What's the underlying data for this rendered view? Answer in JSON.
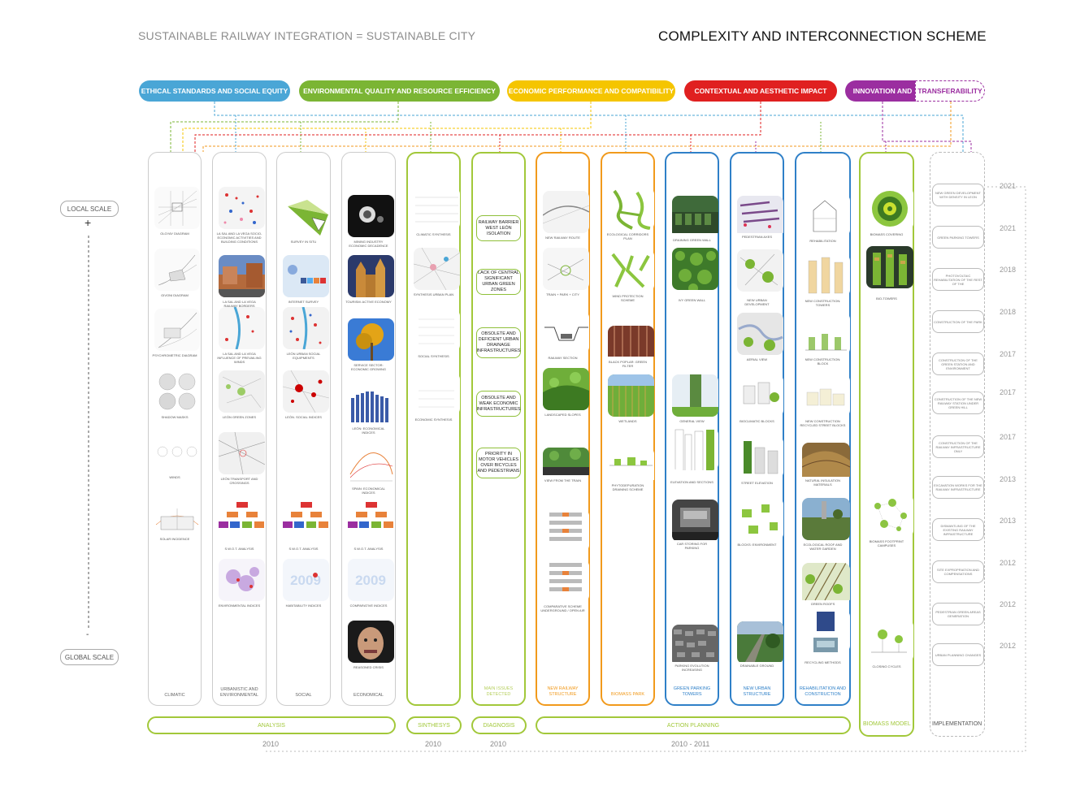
{
  "header": {
    "left_title": "SUSTAINABLE RAILWAY INTEGRATION = SUSTAINABLE CITY",
    "right_title": "COMPLEXITY AND INTERCONNECTION SCHEME"
  },
  "criteria": [
    {
      "label": "ETHICAL STANDARDS AND SOCIAL EQUITY",
      "color": "#4aa6d6"
    },
    {
      "label": "ENVIRONMENTAL QUALITY AND RESOURCE EFFICIENCY",
      "color": "#7bb534"
    },
    {
      "label": "ECONOMIC PERFORMANCE AND COMPATIBILITY",
      "color": "#f5c500"
    },
    {
      "label": "CONTEXTUAL AND AESTHETIC IMPACT",
      "color": "#e02020"
    },
    {
      "label": "INNOVATION AND",
      "color": "#9b2ea0"
    },
    {
      "label": "TRANSFERABILITY",
      "color": "#9b2ea0"
    }
  ],
  "scale": {
    "local": "LOCAL SCALE",
    "global": "GLOBAL SCALE",
    "plus": "+",
    "minus": "-"
  },
  "columns": [
    {
      "label": "CLIMATIC",
      "items": [
        "OLGYAY DIAGRAM",
        "GIVONI DIAGRAM",
        "PSYCHROMETRIC DIAGRAM",
        "SHADOW MASKS",
        "WINDS",
        "SOLAR INCIDENCE"
      ]
    },
    {
      "label": "URBANISTIC AND ENVIRONMENTAL",
      "items": [
        "LA SAL AND LA VEGA SOCIO-ECONOMIC ACTIVITIES AND BUILDING CONDITIONS",
        "LA SAL AND LA VEGA RAILWAY BORDERS",
        "LA SAL AND LA VEGA INFLUENCE OF PREVAILING WINDS",
        "LEÓN GREEN ZONES",
        "LEÓN TRANSPORT AND CROSSINGS",
        "S.W.O.T. ANALYSIS",
        "ENVIRONMENTAL INDICES"
      ]
    },
    {
      "label": "SOCIAL",
      "items": [
        "SURVEY IN SITU",
        "INTERNET SURVEY",
        "LEÓN URBAN SOCIAL EQUIPMENTS",
        "LEÓN. SOCIAL INDICES",
        "S.W.O.T. ANALYSIS",
        "HABITABILITY INDICES"
      ]
    },
    {
      "label": "ECONOMICAL",
      "items": [
        "MINING INDUSTRY ECONOMIC DECADENCE",
        "TOURISM: ACTIVE ECONOMY",
        "SERVICE SECTOR: ECONOMIC GROWING",
        "LEÓN: ECONOMICAL INDICES",
        "SPAIN: ECONOMICAL INDICES",
        "S.W.O.T. ANALYSIS",
        "COMPARATIVE INDICES",
        "REASONED CRISIS"
      ]
    },
    {
      "label": "SINTHESYS",
      "items": [
        "CLIMATIC SYNTHESIS",
        "SYNTHESIS URBAN PLAN",
        "SOCIAL SYNTHESIS",
        "ECONOMIC SYNTHESIS"
      ]
    },
    {
      "label": "MAIN ISSUES DETECTED",
      "items": [
        "RAILWAY BARRIER WEST LEÓN ISOLATION",
        "LACK OF CENTRAL SIGNIFICANT URBAN GREEN ZONES",
        "OBSOLETE AND DEFICIENT URBAN DRAINAGE INFRASTRUCTURES",
        "OBSOLETE AND WEAK ECONOMIC INFRASTRUCTURES",
        "PRIORITY IN MOTOR VEHICLES OVER BICYCLES AND PEDESTRIANS"
      ]
    },
    {
      "label": "NEW RAILWAY STRUCTURE",
      "items": [
        "NEW RAILWAY ROUTE",
        "TRAIN + PARK + CITY",
        "RAILWAY SECTION",
        "LANDSCAPED SLOPES",
        "VIEW FROM THE TRAIN",
        "",
        "COMPARATIVE SCHEME UNDERGROUND / OPEN AIR"
      ]
    },
    {
      "label": "BIOMASS PARK",
      "items": [
        "ECOLOGICAL CORRIDORS PLAN",
        "WIND PROTECTION SCHEME",
        "BLACK POPLAR: GREEN FILTER",
        "WETLANDS",
        "PHYTODEPURATION DRAINING SCHEME"
      ]
    },
    {
      "label": "GREEN PARKING TOWERS",
      "items": [
        "DRAINING GREEN WALL",
        "IVY GREEN WALL",
        "GENERAL VIEW",
        "ELEVATION AND SECTIONS",
        "CAR STORING FOR PARKING",
        "PARKING EVOLUTION INCREASING"
      ]
    },
    {
      "label": "NEW URBAN STRUCTURE",
      "items": [
        "PEDESTRIAN AXES",
        "NEW URBAN DEVELOPMENT",
        "AERIAL VIEW",
        "BIOCLIMATIC BLOCKS",
        "STREET ELEVATION",
        "BLOCKS: ENVIRONMENT",
        "DRAINABLE GROUND"
      ]
    },
    {
      "label": "REHABILITATION AND CONSTRUCTION",
      "items": [
        "REHABILITATION",
        "NEW CONSTRUCTION: TOWERS",
        "NEW CONSTRUCTION: BLOCK",
        "NEW CONSTRUCTION RECYCLED STREET BLOCKS",
        "NATURAL INSULATION MATERIALS",
        "ECOLOGICAL ROOF AND WATER GARDEN",
        "GREEN ROOFS",
        "RECYCLING METHODS"
      ]
    },
    {
      "label": "BIOMASS MODEL",
      "items": [
        "BIOMASS COVERING",
        "BIO-TOWERS",
        "BIOMASS FOOTPRINT CAMPUSES",
        "CLOSING CYCLES"
      ]
    },
    {
      "label": "IMPLEMENTATION",
      "items": [
        "NEW GREEN DEVELOPMENT WITH DENSITY IN LEON",
        "GREEN PARKING TOWERS",
        "PHOTOVOLTAIC REHABILITATION OF THE REST OF THE",
        "CONSTRUCTION OF THE PARK",
        "CONSTRUCTION OF THE GREEN STATION AND ENVIRONMENT",
        "CONSTRUCTION OF THE NEW RAILWAY STATION UNDER GREEN HILL",
        "CONSTRUCTION OF THE RAILWAY INFRASTRUCTURE ONLY",
        "EXCAVATION WORKS FOR THE RAILWAY INFRASTRUCTURE",
        "DISMANTLING OF THE EXISTING RAILWAY INFRASTRUCTURE",
        "SITE EXPROPRIATION AND COMPENSATIONS",
        "PEDESTRIAN GREEN AREAS GENERATION",
        "URBAN PLANNING CHANGES"
      ]
    }
  ],
  "implementation_years": [
    "2021",
    "2021",
    "2018",
    "2018",
    "2017",
    "2017",
    "2017",
    "2013",
    "2013",
    "2012",
    "2012",
    "2012"
  ],
  "bottom_bars": {
    "analysis": "ANALYSIS",
    "sinthesys": "SINTHESYS",
    "diagnosis": "DIAGNOSIS",
    "action": "ACTION PLANNING",
    "biomass": "BIOMASS MODEL",
    "implementation": "IMPLEMENTATION"
  },
  "years": {
    "analysis": "2010",
    "sinthesys": "2010",
    "diagnosis": "2010",
    "action": "2010 - 2011"
  }
}
